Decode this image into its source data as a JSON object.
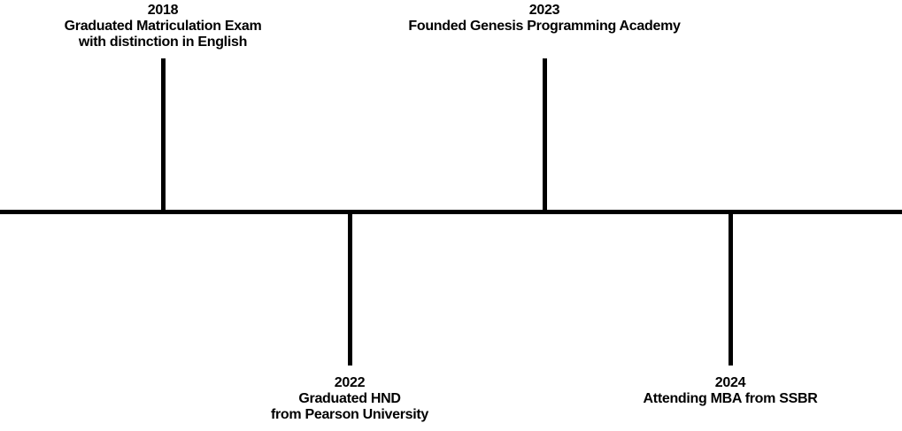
{
  "timeline": {
    "events": [
      {
        "year": "2018",
        "lines": [
          "Graduated Matriculation Exam",
          "with distinction in English"
        ],
        "position": "above"
      },
      {
        "year": "2022",
        "lines": [
          "Graduated HND",
          "from Pearson University"
        ],
        "position": "below"
      },
      {
        "year": "2023",
        "lines": [
          "Founded Genesis Programming Academy"
        ],
        "position": "above"
      },
      {
        "year": "2024",
        "lines": [
          "Attending MBA from SSBR"
        ],
        "position": "below"
      }
    ],
    "line_color": "#000000",
    "text_color": "#000000"
  }
}
